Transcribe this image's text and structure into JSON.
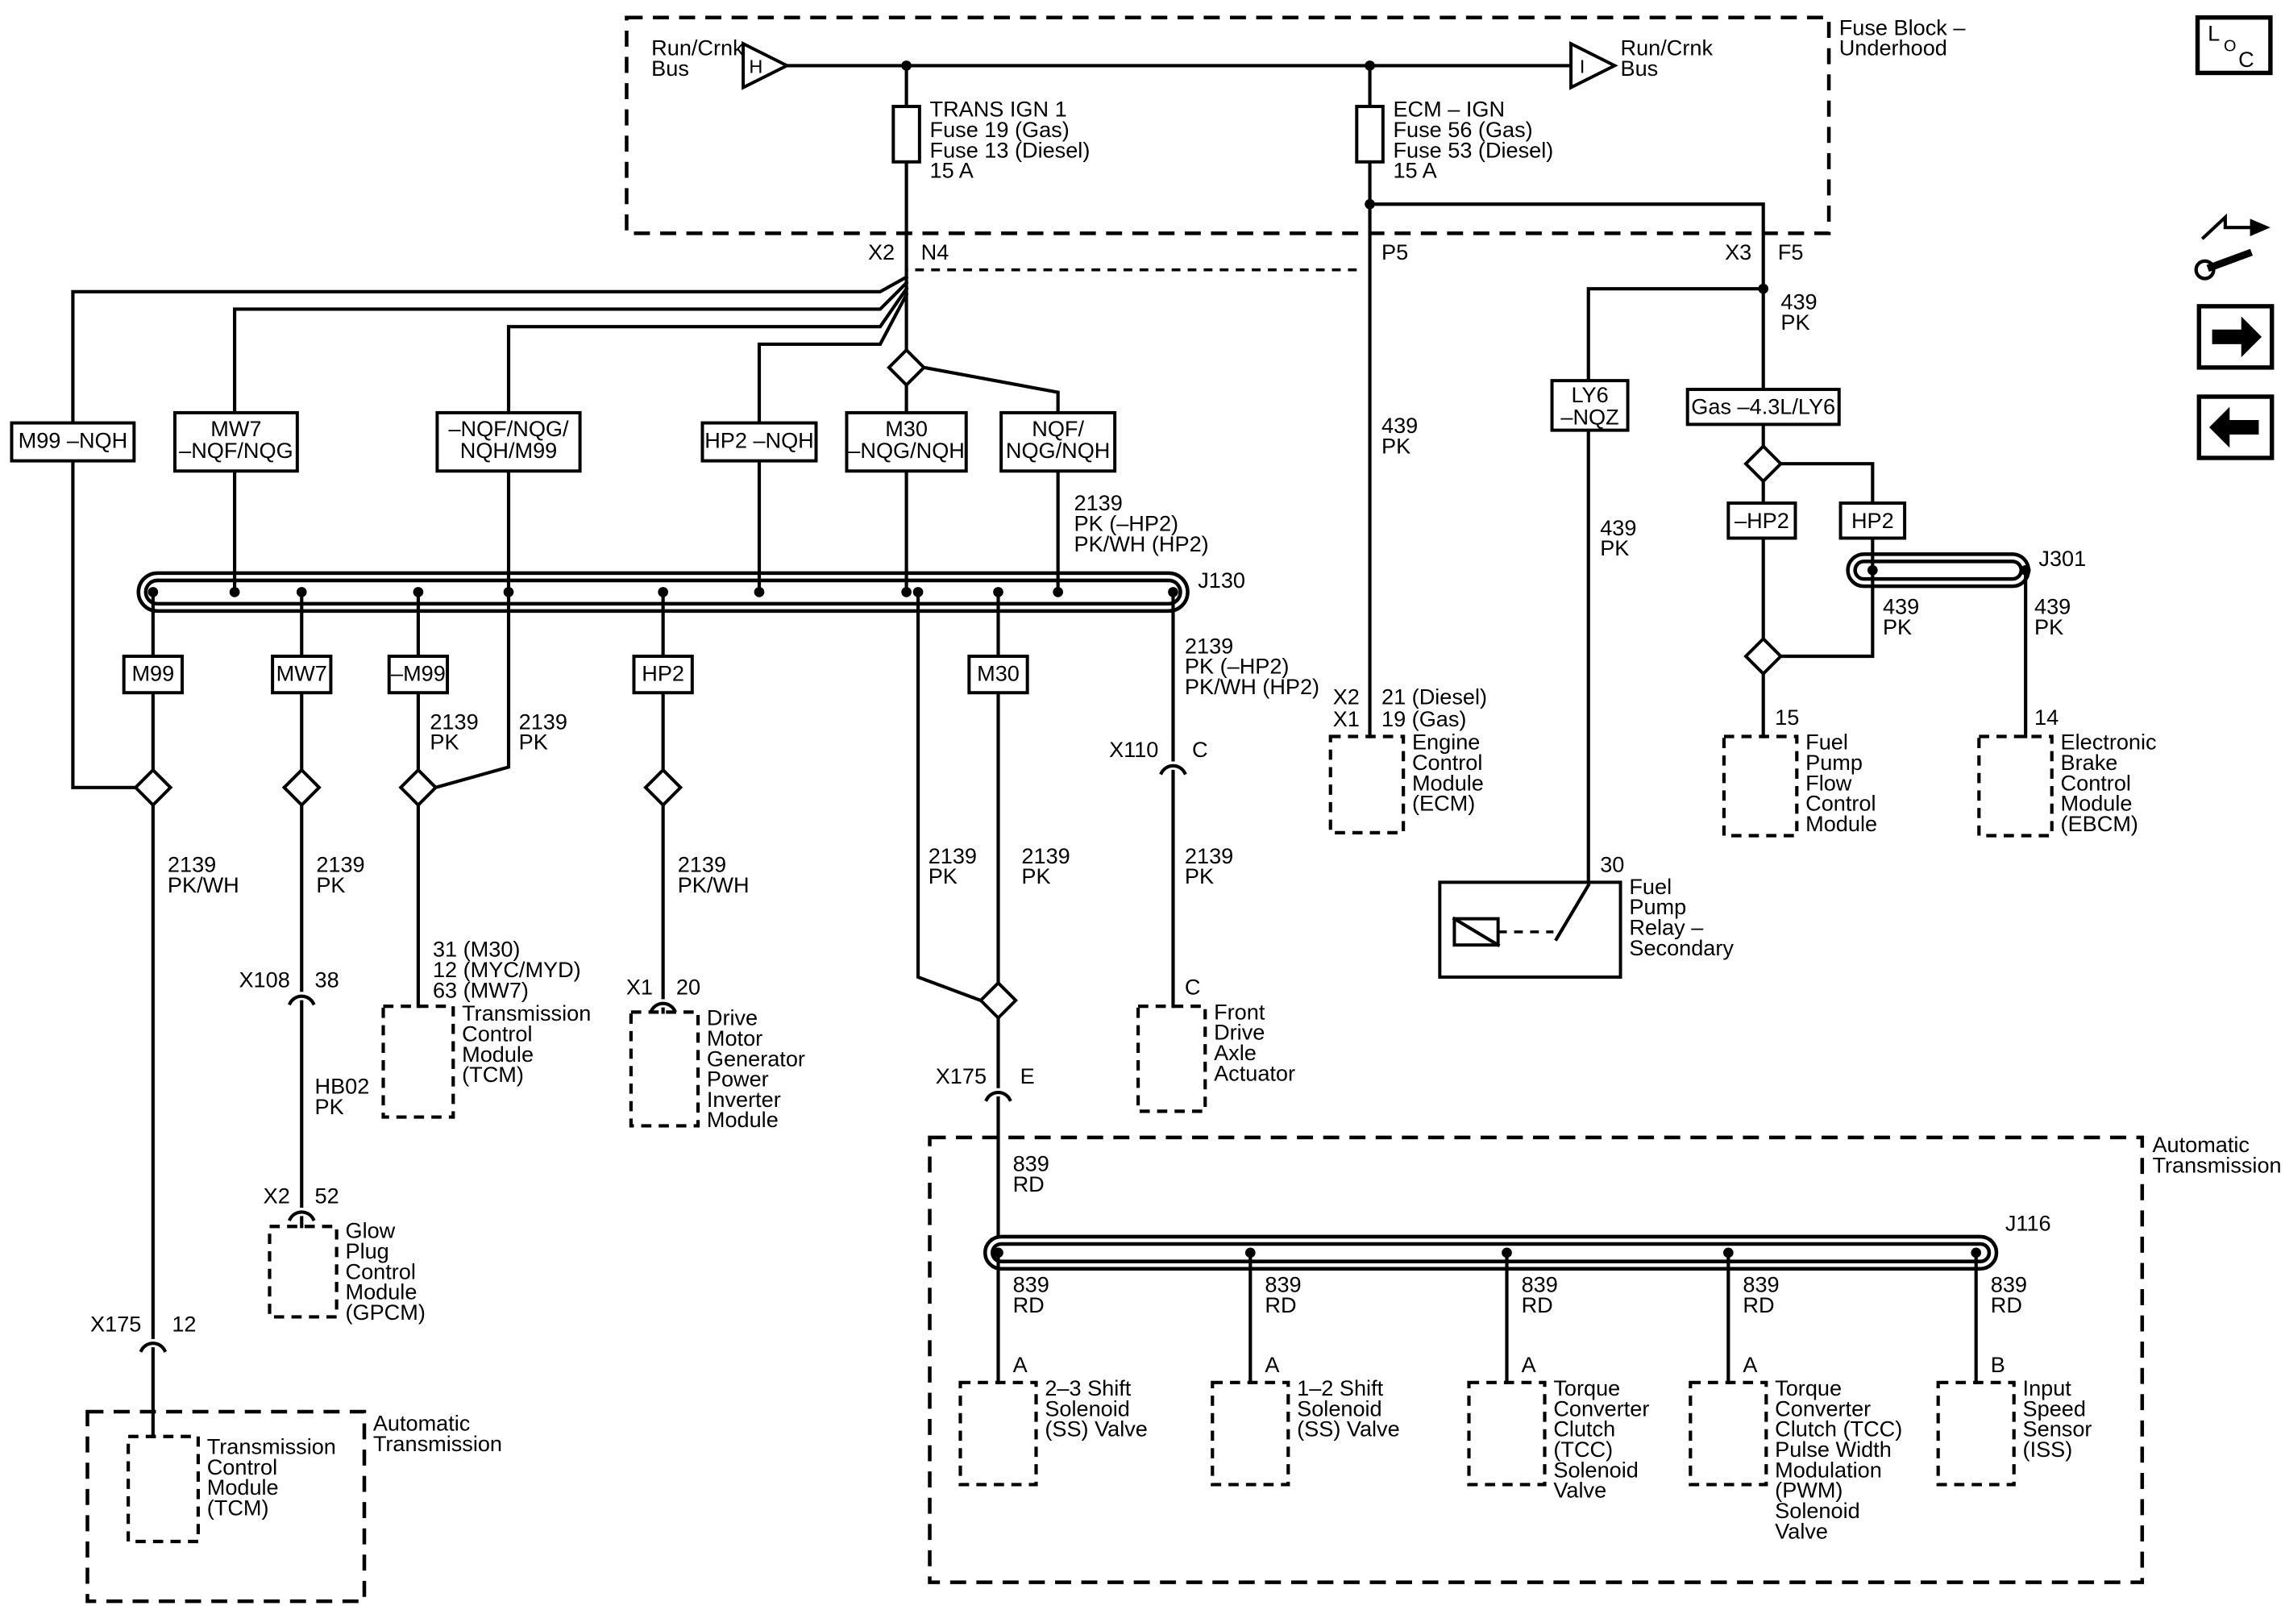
{
  "colors": {
    "ink": "#000000",
    "paper": "#ffffff"
  },
  "fuse_block": {
    "title": [
      "Fuse Block –",
      "Underhood"
    ],
    "run_crnk_left": [
      "Run/Crnk",
      "Bus"
    ],
    "term_h": "H",
    "run_crnk_right": [
      "Run/Crnk",
      "Bus"
    ],
    "term_i": "I",
    "fuse_trans": [
      "TRANS IGN 1",
      "Fuse 19 (Gas)",
      "Fuse 13 (Diesel)",
      "15 A"
    ],
    "fuse_ecm": [
      "ECM – IGN",
      "Fuse 56 (Gas)",
      "Fuse 53 (Diesel)",
      "15 A"
    ],
    "x2": "X2",
    "n4": "N4",
    "p5": "P5",
    "x3": "X3",
    "f5": "F5"
  },
  "loc": {
    "l": "L",
    "o": "O",
    "c": "C"
  },
  "top_boxes": {
    "m99": "M99 –NQH",
    "mw7": [
      "MW7",
      "–NQF/NQG"
    ],
    "nqf_m99": [
      "–NQF/NQG/",
      "NQH/M99"
    ],
    "hp2": "HP2 –NQH",
    "m30": [
      "M30",
      "–NQG/NQH"
    ],
    "nqf": [
      "NQF/",
      "NQG/NQH"
    ]
  },
  "wire_2139_top": [
    "2139",
    "PK (–HP2)",
    "PK/WH (HP2)"
  ],
  "j130": "J130",
  "mid_boxes": {
    "m99": "M99",
    "mw7": "MW7",
    "m99x": "–M99",
    "hp2": "HP2",
    "m30": "M30"
  },
  "wire_2139_j130": [
    "2139",
    "PK (–HP2)",
    "PK/WH (HP2)"
  ],
  "right": {
    "w439_f5": [
      "439",
      "PK"
    ],
    "ly6": [
      "LY6",
      "–NQZ"
    ],
    "gas": "Gas –4.3L/LY6",
    "hp2_minus": "–HP2",
    "hp2": "HP2",
    "j301": "J301",
    "w439_left": [
      "439",
      "PK"
    ],
    "w439_right": [
      "439",
      "PK"
    ],
    "w439_ly6": [
      "439",
      "PK"
    ],
    "pin15": "15",
    "pin14": "14",
    "pin30": "30",
    "fuel_pump_flow": [
      "Fuel",
      "Pump",
      "Flow",
      "Control",
      "Module"
    ],
    "ebcm": [
      "Electronic",
      "Brake",
      "Control",
      "Module",
      "(EBCM)"
    ],
    "relay": [
      "Fuel",
      "Pump",
      "Relay –",
      "Secondary"
    ]
  },
  "ecm": {
    "w439": [
      "439",
      "PK"
    ],
    "x2": "X2",
    "p21": "21 (Diesel)",
    "x1": "X1",
    "p19": "19 (Gas)",
    "name": [
      "Engine",
      "Control",
      "Module",
      "(ECM)"
    ]
  },
  "m99col": {
    "wire": [
      "2139",
      "PK/WH"
    ],
    "conn": "X175",
    "pin": "12",
    "name": [
      "Transmission",
      "Control",
      "Module",
      "(TCM)"
    ],
    "at": [
      "Automatic",
      "Transmission"
    ]
  },
  "mw7col": {
    "wire": [
      "2139",
      "PK"
    ],
    "conn1": "X108",
    "pin1": "38",
    "wire2": [
      "HB02",
      "PK"
    ],
    "conn2": "X2",
    "pin2": "52",
    "name": [
      "Glow",
      "Plug",
      "Control",
      "Module",
      "(GPCM)"
    ]
  },
  "m99xcol": {
    "wire_left": [
      "2139",
      "PK"
    ],
    "wire_right": [
      "2139",
      "PK"
    ],
    "pins": [
      "31 (M30)",
      "12 (MYC/MYD)",
      "63 (MW7)"
    ],
    "name": [
      "Transmission",
      "Control",
      "Module",
      "(TCM)"
    ]
  },
  "hp2col": {
    "wire": [
      "2139",
      "PK/WH"
    ],
    "conn": "X1",
    "pin": "20",
    "name": [
      "Drive",
      "Motor",
      "Generator",
      "Power",
      "Inverter",
      "Module"
    ]
  },
  "m30col": {
    "wire_left": [
      "2139",
      "PK"
    ],
    "wire_right": [
      "2139",
      "PK"
    ],
    "conn": "X175",
    "pin": "E",
    "w839": [
      "839",
      "RD"
    ]
  },
  "axlecol": {
    "conn": "X110",
    "pin": "C",
    "wire": [
      "2139",
      "PK"
    ],
    "term": "C",
    "name": [
      "Front",
      "Drive",
      "Axle",
      "Actuator"
    ]
  },
  "at_box": {
    "label": [
      "Automatic",
      "Transmission"
    ],
    "j116": "J116",
    "sols": [
      {
        "wire": [
          "839",
          "RD"
        ],
        "term": "A",
        "name": [
          "2–3 Shift",
          "Solenoid",
          "(SS) Valve"
        ]
      },
      {
        "wire": [
          "839",
          "RD"
        ],
        "term": "A",
        "name": [
          "1–2 Shift",
          "Solenoid",
          "(SS) Valve"
        ]
      },
      {
        "wire": [
          "839",
          "RD"
        ],
        "term": "A",
        "name": [
          "Torque",
          "Converter",
          "Clutch",
          "(TCC)",
          "Solenoid",
          "Valve"
        ]
      },
      {
        "wire": [
          "839",
          "RD"
        ],
        "term": "A",
        "name": [
          "Torque",
          "Converter",
          "Clutch (TCC)",
          "Pulse Width",
          "Modulation",
          "(PWM)",
          "Solenoid",
          "Valve"
        ]
      },
      {
        "wire": [
          "839",
          "RD"
        ],
        "term": "B",
        "name": [
          "Input",
          "Speed",
          "Sensor",
          "(ISS)"
        ]
      }
    ]
  }
}
